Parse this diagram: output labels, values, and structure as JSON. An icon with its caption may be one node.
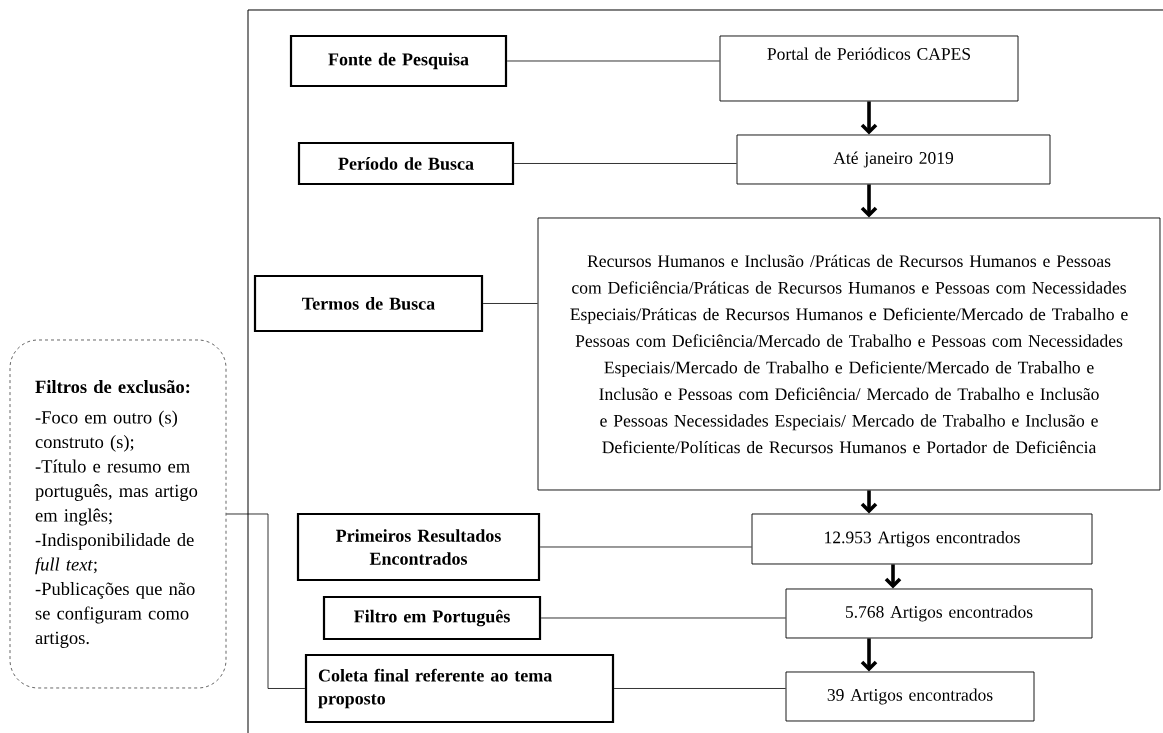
{
  "diagram": {
    "nodes": [
      {
        "text": [
          "Fonte de Pesquisa"
        ]
      },
      {
        "text": [
          "Portal de Periódicos CAPES"
        ]
      },
      {
        "text": [
          "Período de Busca"
        ]
      },
      {
        "text": [
          "Até janeiro 2019"
        ]
      },
      {
        "text": [
          "Termos de Busca"
        ]
      },
      {
        "text": [
          "Recursos Humanos e Inclusão /Práticas de Recursos Humanos e Pessoas com Deficiência/Práticas de Recursos Humanos e Pessoas com Necessidades Especiais/Práticas de Recursos Humanos e Deficiente/Mercado de Trabalho e Pessoas com Deficiência/Mercado de Trabalho e Pessoas com Necessidades Especiais/Mercado de Trabalho e Deficiente/Mercado de Trabalho e Inclusão e Pessoas com Deficiência/ Mercado de Trabalho e Inclusão e Pessoas Necessidades Especiais/ Mercado de Trabalho e Inclusão e Deficiente/Políticas de Recursos Humanos e Portador de Deficiência"
        ]
      },
      {
        "text": [
          "Primeiros Resultados Encontrados"
        ]
      },
      {
        "text": [
          "12.953 Artigos encontrados"
        ]
      },
      {
        "text": [
          "Filtro em Português"
        ]
      },
      {
        "text": [
          "5.768 Artigos encontrados"
        ]
      },
      {
        "text": [
          "Coleta final referente ao tema proposto"
        ]
      },
      {
        "text": [
          "39 Artigos encontrados"
        ]
      },
      {
        "text": [
          "Filtros de exclusão:",
          "-Foco em outro (s) construto (s);",
          "-Título e resumo em português, mas artigo em inglês;",
          "-Indisponibilidade de *full text*;",
          "-Publicações que não se configuram como artigos."
        ]
      }
    ],
    "edges": [
      {
        "from": 0,
        "to": 1,
        "arrow": "none"
      },
      {
        "from": 2,
        "to": 3,
        "arrow": "none"
      },
      {
        "from": 4,
        "to": 5,
        "arrow": "none"
      },
      {
        "from": 6,
        "to": 7,
        "arrow": "none"
      },
      {
        "from": 8,
        "to": 9,
        "arrow": "none"
      },
      {
        "from": 10,
        "to": 11,
        "arrow": "none"
      },
      {
        "from": 12,
        "to": 10,
        "arrow": "none"
      },
      {
        "from": 1,
        "to": 3,
        "arrow": "to",
        "style": "thick"
      },
      {
        "from": 3,
        "to": 5,
        "arrow": "to",
        "style": "thick"
      },
      {
        "from": 5,
        "to": 7,
        "arrow": "to",
        "style": "thick"
      },
      {
        "from": 7,
        "to": 9,
        "arrow": "to",
        "style": "thick"
      },
      {
        "from": 9,
        "to": 11,
        "arrow": "to",
        "style": "thick"
      }
    ]
  }
}
